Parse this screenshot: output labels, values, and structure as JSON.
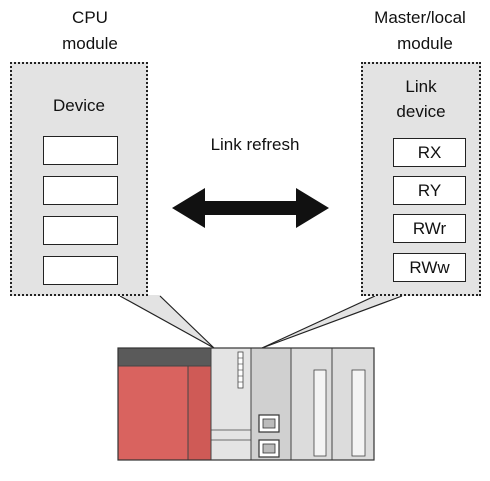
{
  "cpu_module": {
    "title_line1": "CPU",
    "title_line2": "module",
    "device_label": "Device",
    "device_cells": [
      "",
      "",
      "",
      ""
    ]
  },
  "master_module": {
    "title_line1": "Master/local",
    "title_line2": "module",
    "link_label_line1": "Link",
    "link_label_line2": "device",
    "link_devices": [
      "RX",
      "RY",
      "RWr",
      "RWw"
    ]
  },
  "link_refresh": {
    "label": "Link refresh"
  },
  "colors": {
    "box_fill": "#e3e3e3",
    "cpu_unit_red": "#d9635f",
    "unit_gray": "#d6d6d6",
    "top_bar": "#5a5a5a"
  }
}
